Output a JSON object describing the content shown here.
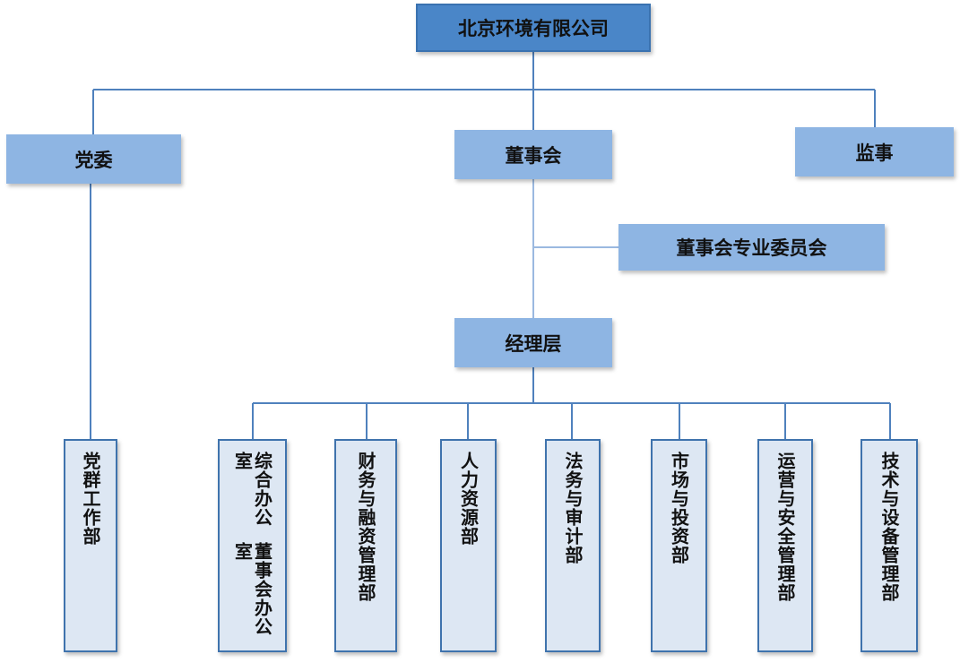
{
  "company": "北京环境有限公司",
  "level2": {
    "party_committee": "党委",
    "board": "董事会",
    "supervisor": "监事"
  },
  "board_committee": "董事会专业委员会",
  "management": "经理层",
  "party_dept": "党群工作部",
  "departments": [
    {
      "line1": "综合办公室",
      "line2": "董事会办公室"
    },
    {
      "label": "财务与融资管理部"
    },
    {
      "label": "人力资源部"
    },
    {
      "label": "法务与审计部"
    },
    {
      "label": "市场与投资部"
    },
    {
      "label": "运营与安全管理部"
    },
    {
      "label": "技术与设备管理部"
    }
  ],
  "colors": {
    "top_box": "#4a86c8",
    "mid_box": "#8eb5e3",
    "dept_box": "#dde7f3",
    "line": "#4f81bd"
  }
}
